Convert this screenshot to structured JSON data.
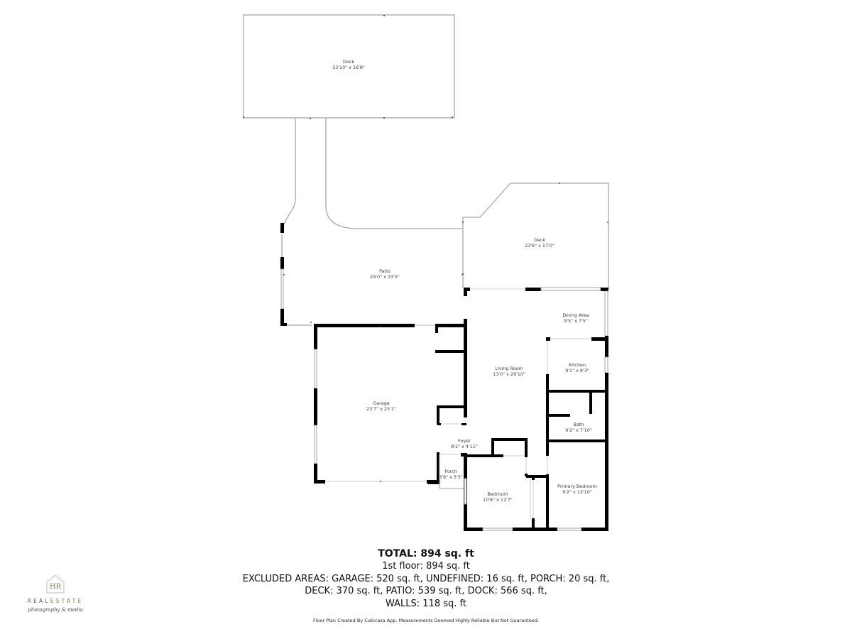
{
  "rooms": {
    "dock": {
      "name": "Dock",
      "dims": "33'10\" x 16'8\""
    },
    "deck": {
      "name": "Deck",
      "dims": "23'6\" x 17'0\""
    },
    "patio": {
      "name": "Patio",
      "dims": "29'0\" x 33'0\""
    },
    "dining": {
      "name": "Dining Area",
      "dims": "9'5\" x 7'5\""
    },
    "kitchen": {
      "name": "Kitchen",
      "dims": "9'1\" x 8'3\""
    },
    "living": {
      "name": "Living Room",
      "dims": "13'0\" x 29'10\""
    },
    "garage": {
      "name": "Garage",
      "dims": "23'7\" x 25'1\""
    },
    "bath": {
      "name": "Bath",
      "dims": "9'2\" x 7'10\""
    },
    "foyer": {
      "name": "Foyer",
      "dims": "8'2\" x 4'11\""
    },
    "porch": {
      "name": "Porch",
      "dims": "3'9\" x 5'5\""
    },
    "bedroom": {
      "name": "Bedroom",
      "dims": "10'6\" x 11'7\""
    },
    "primary_bedroom": {
      "name": "Primary Bedroom",
      "dims": "9'2\" x 13'10\""
    }
  },
  "summary": {
    "total": "TOTAL: 894 sq. ft",
    "first_floor": "1st floor: 894 sq. ft",
    "excluded_line1": "EXCLUDED AREAS: GARAGE: 520 sq. ft, UNDEFINED: 16 sq. ft, PORCH: 20 sq. ft,",
    "excluded_line2": "DECK: 370 sq. ft, PATIO: 539 sq. ft, DOCK: 566 sq. ft,",
    "walls": "WALLS: 118 sq. ft"
  },
  "disclaimer": "Floor Plan Created By Cubicasa App. Measurements Deemed Highly Reliable But Not Guaranteed.",
  "logo": {
    "monogram": "HR",
    "brand_part1": "REAL",
    "brand_part2": "ESTATE",
    "tagline": "photography & media",
    "accent_color": "#6b8a4e"
  }
}
